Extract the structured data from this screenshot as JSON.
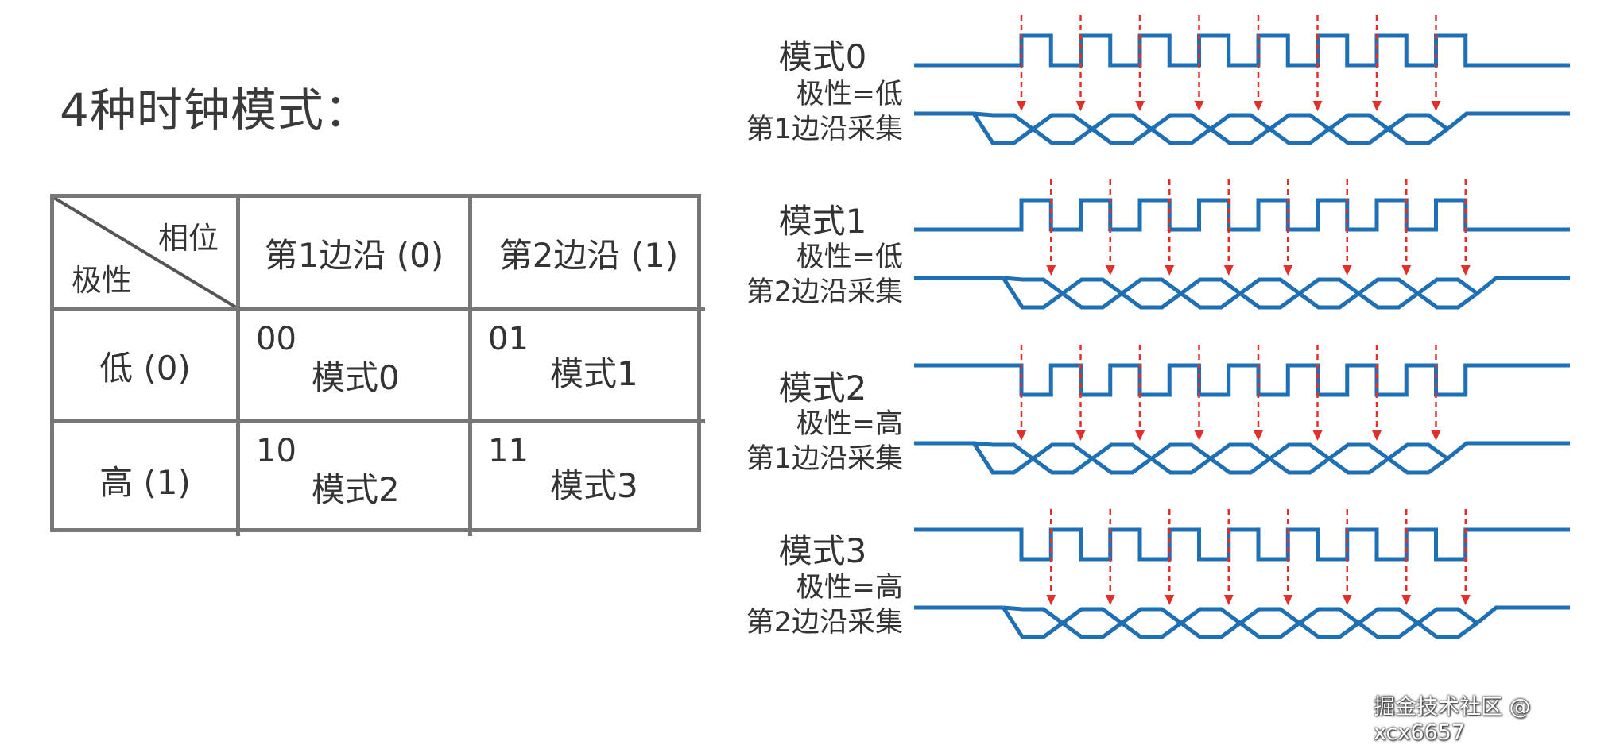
{
  "title": "4种时钟模式：",
  "table": {
    "corner_phase": "相位",
    "corner_polarity": "极性",
    "col_headers": [
      "第1边沿 (0)",
      "第2边沿 (1)"
    ],
    "rows": [
      {
        "label": "低 (0)",
        "cells": [
          {
            "code": "00",
            "mode": "模式0"
          },
          {
            "code": "01",
            "mode": "模式1"
          }
        ]
      },
      {
        "label": "高 (1)",
        "cells": [
          {
            "code": "10",
            "mode": "模式2"
          },
          {
            "code": "11",
            "mode": "模式3"
          }
        ]
      }
    ]
  },
  "waveforms": [
    {
      "name": "模式0",
      "polarity": "极性=低",
      "edge": "第1边沿采集",
      "cpol": 0,
      "cpha": 0
    },
    {
      "name": "模式1",
      "polarity": "极性=低",
      "edge": "第2边沿采集",
      "cpol": 0,
      "cpha": 1
    },
    {
      "name": "模式2",
      "polarity": "极性=高",
      "edge": "第1边沿采集",
      "cpol": 1,
      "cpha": 0
    },
    {
      "name": "模式3",
      "polarity": "极性=高",
      "edge": "第2边沿采集",
      "cpol": 1,
      "cpha": 1
    }
  ],
  "colors": {
    "signal": "#1f6fb5",
    "sample_arrow": "#e0302a",
    "grid_border": "#777777"
  },
  "watermark": "掘金技术社区 @ xcx6657"
}
